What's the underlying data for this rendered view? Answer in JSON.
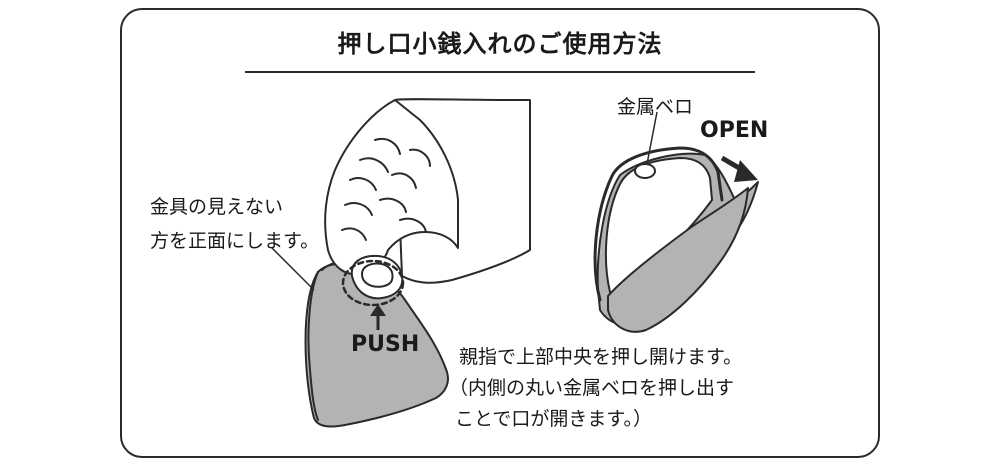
{
  "title": "押し口小銭入れのご使用方法",
  "left_label": {
    "line1": "金具の見えない",
    "line2": "方を正面にします。"
  },
  "top_label": "金属ベロ",
  "open_label": "OPEN",
  "push_label": "PUSH",
  "instruction": {
    "line1": "親指で上部中央を押し開けます。",
    "line2": "（内側の丸い金属ベロを押し出す",
    "line3": "ことで口が開きます。）"
  },
  "colors": {
    "line": "#2a2a2a",
    "fill_gray": "#b3b3b3",
    "background": "#ffffff"
  }
}
